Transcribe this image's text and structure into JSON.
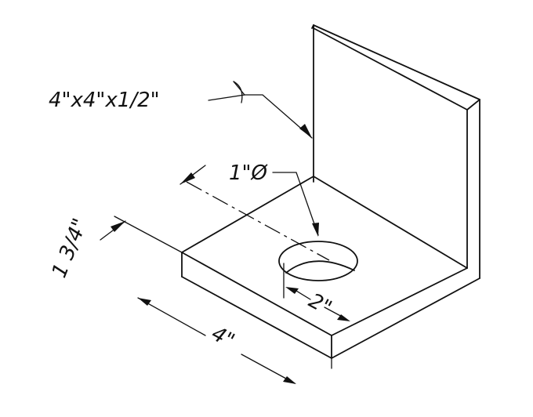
{
  "labels": {
    "angle_spec": "4\"x4\"x1/2\"",
    "hole_diameter": "1\"Ø",
    "leg_offset": "1 3/4\"",
    "hole_offset": "2\"",
    "width": "4\""
  }
}
